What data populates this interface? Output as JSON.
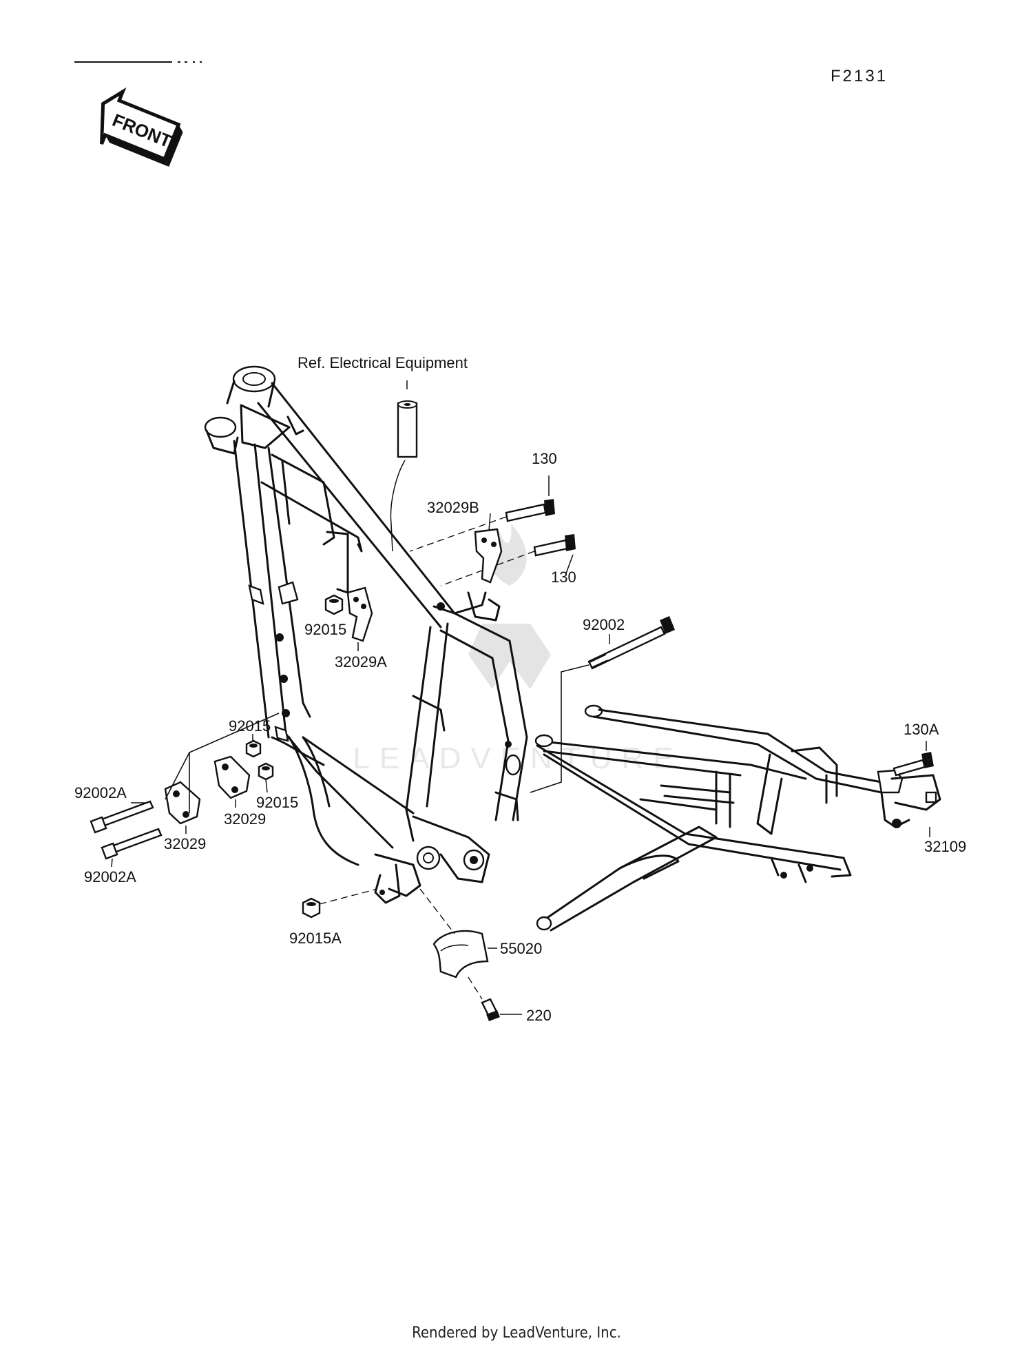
{
  "diagram_code": "F2131",
  "front_arrow_text": "FRONT",
  "reference_note": "Ref. Electrical Equipment",
  "watermark_text": "LEADVENTURE",
  "footer_text": "Rendered by LeadVenture, Inc.",
  "callouts": {
    "c130_top": "130",
    "c130_bottom": "130",
    "c32029B": "32029B",
    "c32029A": "32029A",
    "c92015_mid": "92015",
    "c92002": "92002",
    "c130A": "130A",
    "c32109": "32109",
    "c92015_left_top": "92015",
    "c92015_left_bottom": "92015",
    "c92002A_top": "92002A",
    "c92002A_bottom": "92002A",
    "c32029_left": "32029",
    "c32029_right": "32029",
    "c92015A": "92015A",
    "c55020": "55020",
    "c220": "220"
  }
}
